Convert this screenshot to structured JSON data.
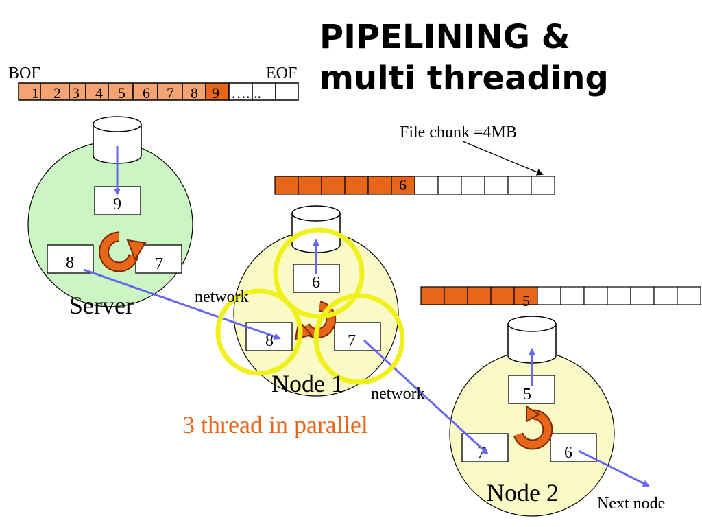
{
  "title": {
    "line1": "PIPELINING &",
    "line2": "multi threading"
  },
  "file_bar": {
    "bof": "BOF",
    "eof": "EOF",
    "cells": [
      "1",
      "2",
      "3",
      "4",
      "5",
      "6",
      "7",
      "8",
      "9",
      "….",
      "..",
      ""
    ],
    "chunk_label": "File chunk =4MB"
  },
  "node1_bar": {
    "marker": "6"
  },
  "node2_bar": {
    "marker": "5"
  },
  "server": {
    "label": "Server",
    "buffers": [
      "9",
      "8",
      "7"
    ]
  },
  "node1": {
    "label": "Node 1",
    "buffers": [
      "6",
      "8",
      "7"
    ],
    "network_label": "network"
  },
  "node2": {
    "label": "Node 2",
    "buffers": [
      "5",
      "7",
      "6"
    ],
    "network_label": "network",
    "next_label": "Next node"
  },
  "annotation": "3 thread in parallel",
  "colors": {
    "chunk_fill": "#f4a373",
    "chunk_active": "#e8661a",
    "server_fill": "#ccf5c4",
    "node_fill": "#fafac6",
    "arrow": "#6666ee",
    "thread_ring": "#f0f01a",
    "cycle_arrow": "#e8661a",
    "annotation": "#e8661a"
  }
}
